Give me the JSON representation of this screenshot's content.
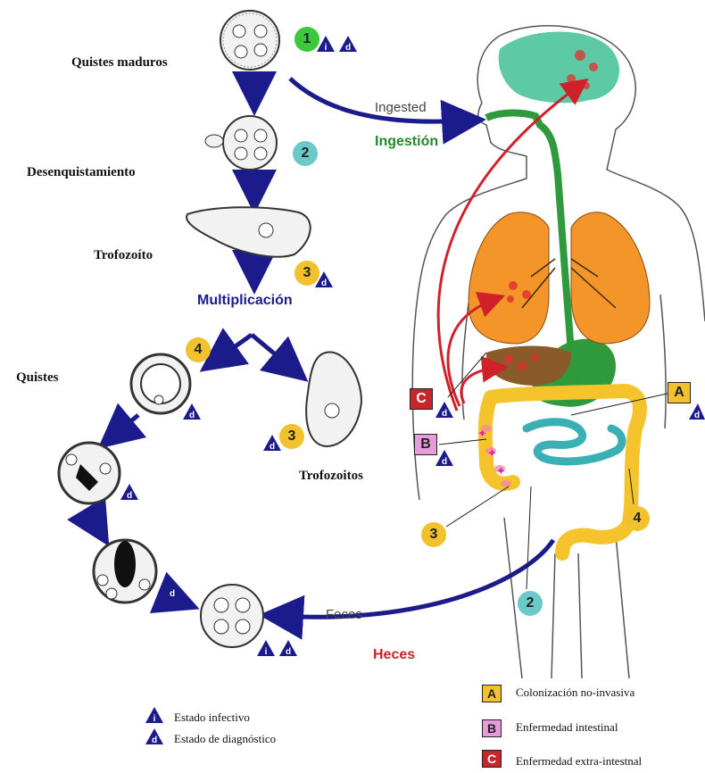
{
  "labels": {
    "quistes_maduros": "Quistes maduros",
    "desenquistamiento": "Desenquistamiento",
    "trofozoito": "Trofozoíto",
    "multiplicacion": "Multiplicación",
    "quistes": "Quistes",
    "trofozoitos": "Trofozoitos",
    "ingested": "Ingested",
    "ingestion": "Ingestión",
    "feces": "Feces",
    "heces": "Heces"
  },
  "badges": {
    "b1": "1",
    "b2": "2",
    "b3a": "3",
    "b4a": "4",
    "b3b": "3",
    "b3c": "3",
    "b4b": "4",
    "b2b": "2"
  },
  "stage_marks": {
    "infective": "i",
    "diagnostic": "d"
  },
  "letters": {
    "a": "A",
    "b": "B",
    "c": "C"
  },
  "legend": {
    "infective_text": "Estado infectivo",
    "diagnostic_text": "Estado de diagnóstico",
    "a_text": "Colonización no-invasiva",
    "b_text": "Enfermedad intestinal",
    "c_text": "Enfermedad extra-intestnal"
  },
  "colors": {
    "arrow_blue": "#1b1b8c",
    "badge_green": "#3cc83c",
    "badge_cyan": "#6cc9c9",
    "badge_yellow": "#f2c12e",
    "letter_a": "#f2c12e",
    "letter_b": "#e79bd8",
    "letter_c": "#c8252a",
    "lungs": "#f4952a",
    "brain": "#5ec9a5",
    "stomach": "#2e9a3c",
    "liver": "#8a5a2b",
    "colon": "#f5c42c",
    "small_intestine": "#3ab0b5",
    "red_arrow": "#d0202a",
    "ingestion_green": "#1f8a2a",
    "heces_red": "#c8252a"
  }
}
